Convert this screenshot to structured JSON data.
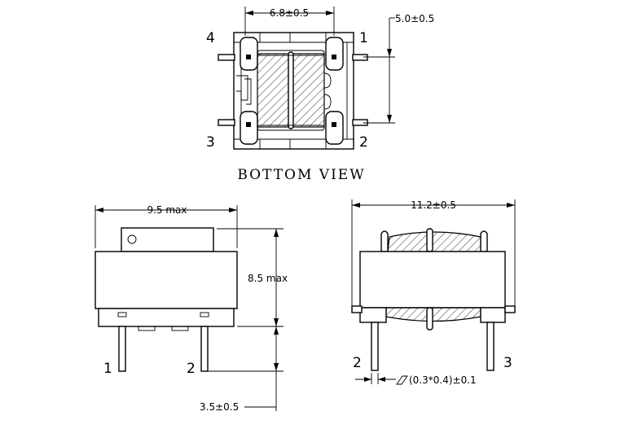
{
  "bottom_view": {
    "title": "BOTTOM VIEW",
    "dim_width": "6.8±0.5",
    "dim_pitch": "5.0±0.5",
    "pins": [
      "4",
      "1",
      "3",
      "2"
    ]
  },
  "side_view": {
    "dim_width": "9.5 max",
    "dim_height": "8.5 max",
    "dim_pin_length": "3.5±0.5",
    "pins": [
      "1",
      "2"
    ]
  },
  "front_view": {
    "dim_width": "11.2±0.5",
    "dim_pin_section": "(0.3*0.4)±0.1",
    "pins": [
      "2",
      "3"
    ]
  }
}
